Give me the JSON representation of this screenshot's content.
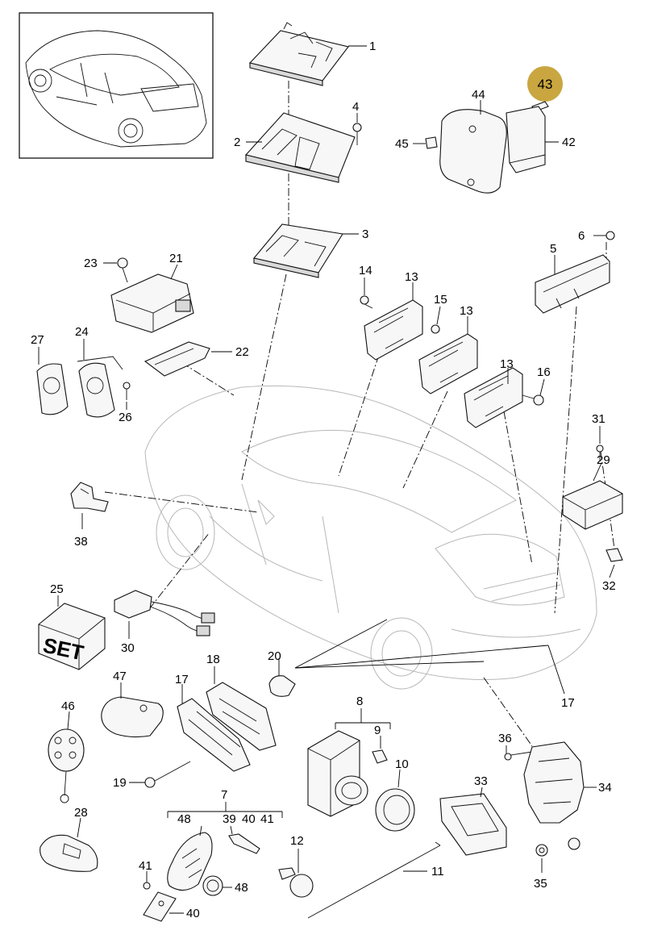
{
  "labels": {
    "p1": "1",
    "p2": "2",
    "p3": "3",
    "p4": "4",
    "p5": "5",
    "p6": "6",
    "p7": "7",
    "p8": "8",
    "p9": "9",
    "p10": "10",
    "p11": "11",
    "p12": "12",
    "p13a": "13",
    "p13b": "13",
    "p13c": "13",
    "p14": "14",
    "p15": "15",
    "p16": "16",
    "p17a": "17",
    "p17b": "17",
    "p18": "18",
    "p19": "19",
    "p20": "20",
    "p21": "21",
    "p22": "22",
    "p23": "23",
    "p24": "24",
    "p25": "25",
    "p26": "26",
    "p27": "27",
    "p28": "28",
    "p29": "29",
    "p30": "30",
    "p31": "31",
    "p32": "32",
    "p33": "33",
    "p34": "34",
    "p35": "35",
    "p36": "36",
    "p38": "38",
    "p39": "39",
    "p40a": "40",
    "p40b": "40",
    "p41a": "41",
    "p41b": "41",
    "p42": "42",
    "p43": "43",
    "p44": "44",
    "p45": "45",
    "p46": "46",
    "p47": "47",
    "p48a": "48",
    "p48b": "48"
  },
  "set_box_text": "SET",
  "colors": {
    "highlight_badge": "#c9a640",
    "line": "#000000",
    "car_outline": "#b8b8b8"
  }
}
